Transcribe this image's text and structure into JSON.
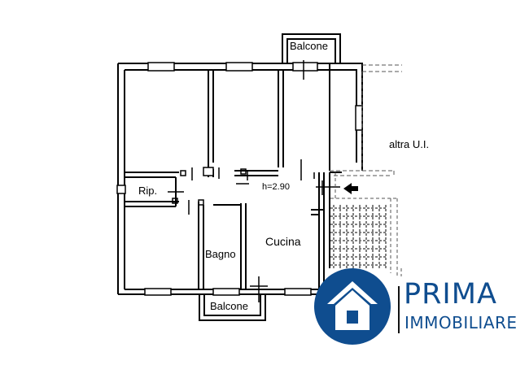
{
  "labels": {
    "balcone_top": "Balcone",
    "balcone_bottom": "Balcone",
    "altra_ui": "altra U.I.",
    "ripostiglio": "Rip.",
    "height_note": "h=2.90",
    "bagno": "Bagno",
    "cucina": "Cucina"
  },
  "brand": {
    "name": "PRIMA",
    "subtitle": "IMMOBILIARE",
    "color": "#0f4d8f"
  },
  "colors": {
    "wall": "#000000",
    "background": "#ffffff",
    "dashed": "#555555"
  },
  "icons": {
    "entrance": "arrow-left-icon",
    "logo": "house-icon"
  }
}
